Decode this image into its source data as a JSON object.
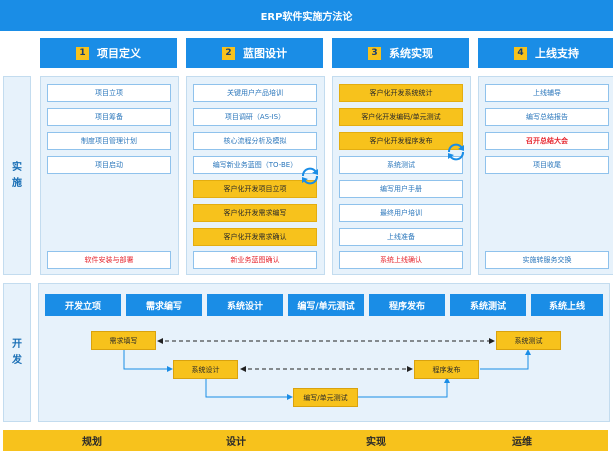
{
  "title": "ERP软件实施方法论",
  "phases": [
    {
      "num": "1",
      "label": "项目定义"
    },
    {
      "num": "2",
      "label": "蓝图设计"
    },
    {
      "num": "3",
      "label": "系统实现"
    },
    {
      "num": "4",
      "label": "上线支持"
    }
  ],
  "side_labels": {
    "implement": "实\n施",
    "develop": "开\n发"
  },
  "columns": [
    {
      "tasks": [
        "项目立项",
        "项目筹备",
        "制度项目管理计划",
        "项目启动"
      ],
      "bottom": "软件安装与部署"
    },
    {
      "tasks": [
        "关键用户产品培训",
        "项目调研（AS-IS）",
        "核心流程分析及模拟",
        "编写新业务蓝图（TO-BE）",
        "客户化开发项目立项",
        "客户化开发需求编写",
        "客户化开发需求确认"
      ],
      "bottom": "新业务蓝图确认"
    },
    {
      "tasks": [
        "客户化开发系统统计",
        "客户化开发编码/单元测试",
        "客户化开发程序发布",
        "系统测试",
        "编写用户手册",
        "最终用户培训",
        "上线准备"
      ],
      "bottom": "系统上线确认"
    },
    {
      "tasks": [
        "上线辅导",
        "编写总结报告",
        "召开总结大会",
        "项目收尾"
      ],
      "bottom": "实施转服务交换"
    }
  ],
  "dev_steps": [
    "开发立项",
    "需求编写",
    "系统设计",
    "编写/单元测试",
    "程序发布",
    "系统测试",
    "系统上线"
  ],
  "flow_nodes": {
    "req": "需求填写",
    "design": "系统设计",
    "unit": "编写/单元测试",
    "release": "程序发布",
    "test": "系统测试"
  },
  "bottom_stages": [
    "规划",
    "设计",
    "实现",
    "运维"
  ],
  "colors": {
    "blue": "#1a8de6",
    "yellow": "#f7c21c",
    "red": "#e6262e",
    "panel": "#e7f2fb"
  }
}
